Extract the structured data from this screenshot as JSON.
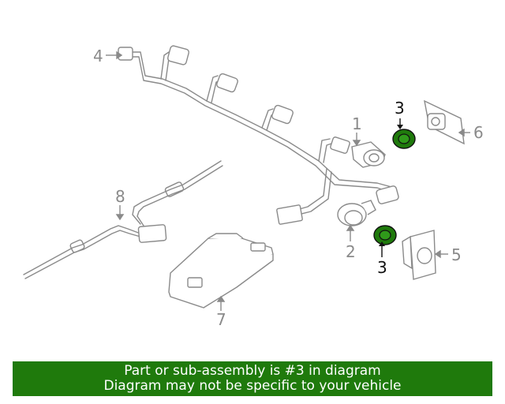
{
  "callouts": [
    {
      "id": "4",
      "label": "4"
    },
    {
      "id": "1",
      "label": "1"
    },
    {
      "id": "3a",
      "label": "3"
    },
    {
      "id": "6",
      "label": "6"
    },
    {
      "id": "8",
      "label": "8"
    },
    {
      "id": "2",
      "label": "2"
    },
    {
      "id": "3b",
      "label": "3"
    },
    {
      "id": "5",
      "label": "5"
    },
    {
      "id": "7",
      "label": "7"
    }
  ],
  "banner": {
    "line1": "Part or sub-assembly is #3 in diagram",
    "line2": "Diagram may not be specific to your vehicle"
  },
  "colors": {
    "highlight": "#1f7a0c",
    "banner_bg": "#1f7a0c",
    "line_art": "#8a8a8a"
  }
}
